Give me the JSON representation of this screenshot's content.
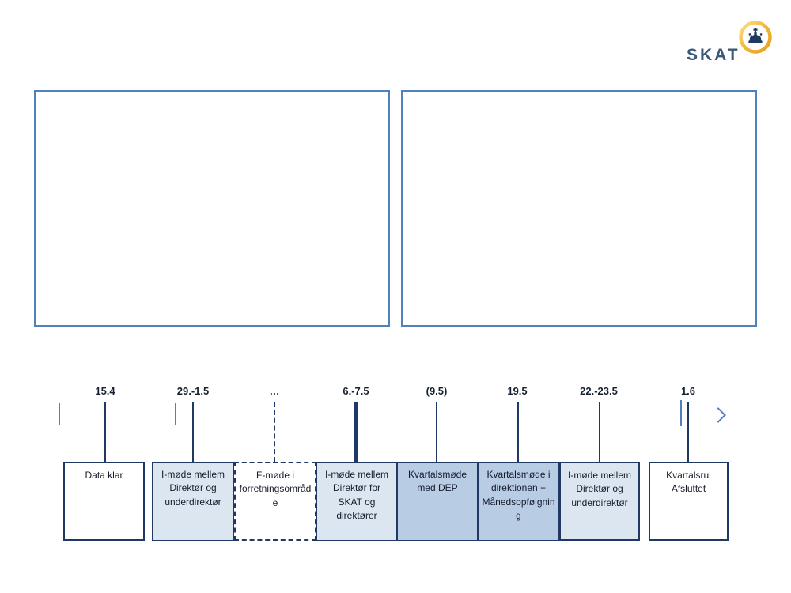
{
  "logo": {
    "wordmark": "SKAT"
  },
  "timeline": {
    "ticks": [
      {
        "label": "15.4"
      },
      {
        "label": "29.-1.5"
      },
      {
        "label": "…"
      },
      {
        "label": "6.-7.5"
      },
      {
        "label": "(9.5)"
      },
      {
        "label": "19.5"
      },
      {
        "label": "22.-23.5"
      },
      {
        "label": "1.6"
      }
    ]
  },
  "milestones": [
    {
      "label": "Data klar"
    },
    {
      "label": "I-møde mellem Direktør og underdirektør"
    },
    {
      "label": "F-møde i forretningsområde"
    },
    {
      "label": "I-møde mellem Direktør for SKAT og direktører"
    },
    {
      "label": "Kvartalsmøde med DEP"
    },
    {
      "label": "Kvartalsmøde i direktionen + Månedsopfølgning"
    },
    {
      "label": "I-møde mellem Direktør og underdirektør"
    },
    {
      "label": "Kvartalsrul Afsluttet"
    }
  ],
  "colors": {
    "axis": "#4F81BD",
    "panel_border": "#4F81BD",
    "connector": "#1F3864",
    "box_border": "#1F3864",
    "fill_light": "#DCE6F1",
    "fill_medium": "#B8CCE4",
    "logo_text": "#3A5878",
    "logo_ring_gold": "#EFB23C",
    "crown": "#1F3A5F"
  }
}
